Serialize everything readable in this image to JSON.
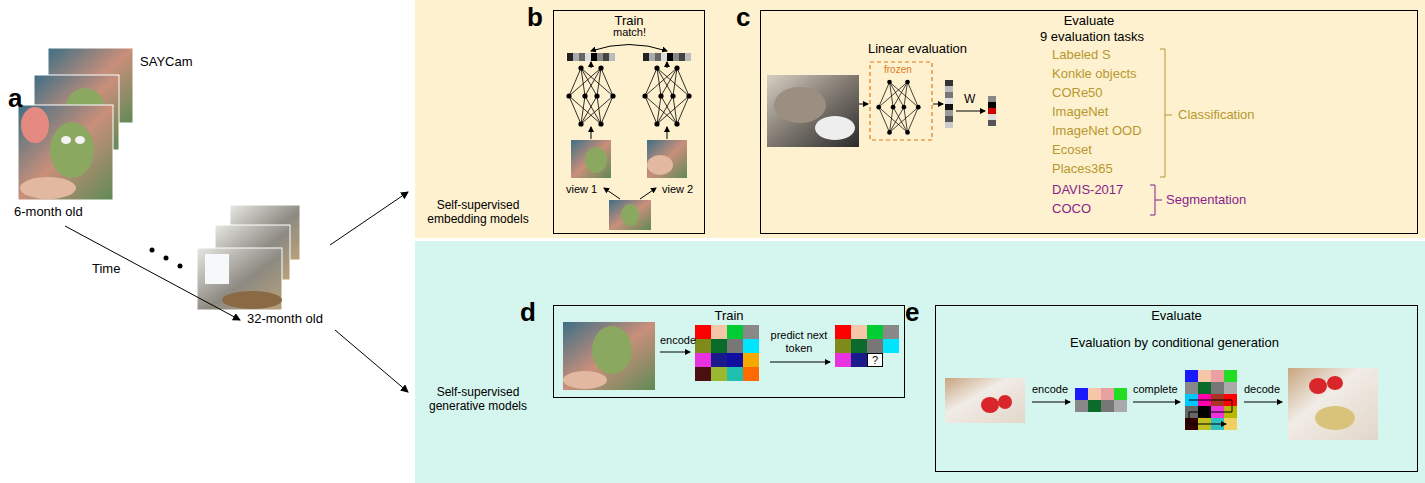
{
  "diagram": {
    "nodes": [
      {
        "text": [
          "Self-supervised embedding models"
        ]
      },
      {
        "text": [
          "Train"
        ],
        "in": 0
      },
      {
        "text": [
          "Evaluate"
        ],
        "in": 0
      },
      {
        "text": [
          "Self-supervised generative models"
        ]
      },
      {
        "text": [
          "Train"
        ],
        "in": 3
      },
      {
        "text": [
          "Evaluate"
        ],
        "in": 3
      }
    ],
    "labels": [
      "a",
      "SAYCam",
      "6-month old",
      "Time",
      "32-month old",
      "b",
      "match!",
      "view 1",
      "view 2",
      "c",
      "Linear evaluation",
      "frozen",
      "W",
      "9 evaluation tasks",
      "Labeled S",
      "Konkle objects",
      "CORe50",
      "ImageNet",
      "ImageNet OOD",
      "Ecoset",
      "Places365",
      "DAVIS-2017",
      "COCO",
      "Classification",
      "Segmentation",
      "d",
      "encode",
      "predict next token",
      "?",
      "e",
      "Evaluation by conditional generation",
      "encode",
      "complete",
      "decode"
    ]
  }
}
